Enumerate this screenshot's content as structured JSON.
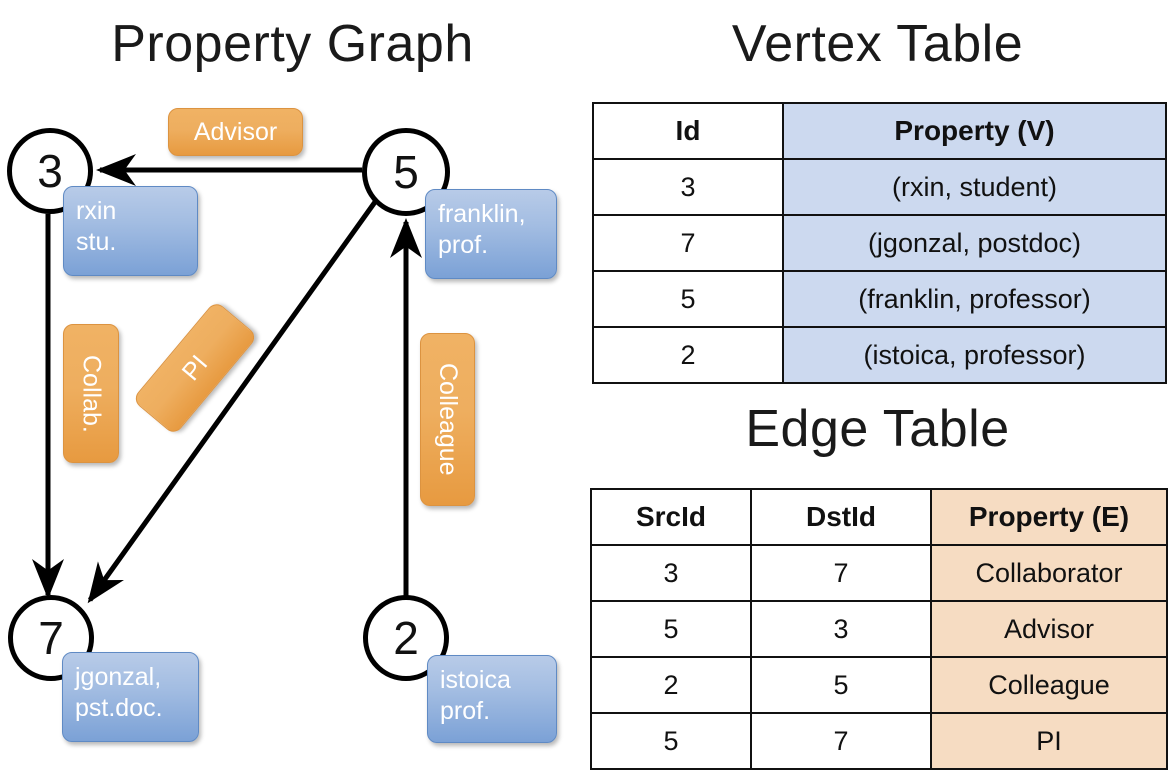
{
  "titles": {
    "property_graph": "Property Graph",
    "vertex_table": "Vertex Table",
    "edge_table": "Edge Table"
  },
  "graph": {
    "nodes": [
      {
        "id": "3",
        "property": "rxin\nstu."
      },
      {
        "id": "5",
        "property": "franklin,\nprof."
      },
      {
        "id": "7",
        "property": "jgonzal,\npst.doc."
      },
      {
        "id": "2",
        "property": "istoica\nprof."
      }
    ],
    "edge_labels": [
      {
        "name": "advisor",
        "text": "Advisor"
      },
      {
        "name": "collab",
        "text": "Collab."
      },
      {
        "name": "pi",
        "text": "PI"
      },
      {
        "name": "colleague",
        "text": "Colleague"
      }
    ]
  },
  "vertex_table": {
    "headers": [
      "Id",
      "Property (V)"
    ],
    "rows": [
      [
        "3",
        "(rxin, student)"
      ],
      [
        "7",
        "(jgonzal, postdoc)"
      ],
      [
        "5",
        "(franklin, professor)"
      ],
      [
        "2",
        "(istoica, professor)"
      ]
    ]
  },
  "edge_table": {
    "headers": [
      "SrcId",
      "DstId",
      "Property (E)"
    ],
    "rows": [
      [
        "3",
        "7",
        "Collaborator"
      ],
      [
        "5",
        "3",
        "Advisor"
      ],
      [
        "2",
        "5",
        "Colleague"
      ],
      [
        "5",
        "7",
        "PI"
      ]
    ]
  },
  "colors": {
    "vertex_property_fill": "#ccd9ef",
    "edge_property_fill": "#f6dcc2",
    "node_box_blue": "#7ba1d6",
    "edge_label_orange": "#eeae5f",
    "stroke": "#000000"
  }
}
